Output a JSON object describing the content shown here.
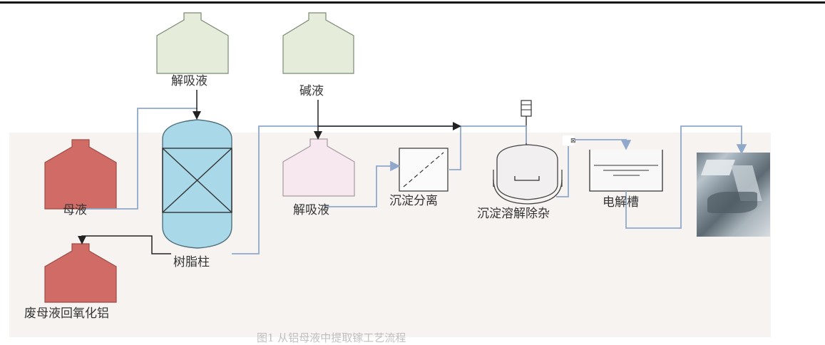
{
  "labels": {
    "tank_top_left": "解吸液",
    "tank_top_mid": "碱液",
    "mother_liquor": "母液",
    "waste_liquor": "废母液回氧化铝",
    "resin_column": "树脂柱",
    "desorption_liquid": "解吸液",
    "precipitation_separation": "沉淀分离",
    "dissolve_purify": "沉淀溶解除杂",
    "electrolytic_cell": "电解槽"
  },
  "caption": "图1 从铝母液中提取镓工艺流程",
  "colors": {
    "tank_green": "#e5ecd9",
    "tank_red": "#d06b65",
    "tank_pink": "#f6e8ee",
    "column_blue": "#a9d9e9",
    "pipe_blue": "#8fa8cc",
    "line_black": "#222222"
  }
}
